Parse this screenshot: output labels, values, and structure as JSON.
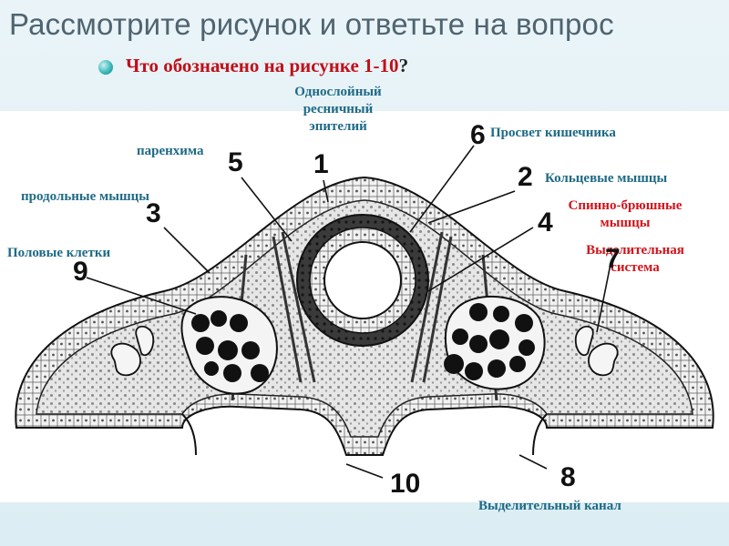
{
  "slide": {
    "title": "Рассмотрите рисунок и ответьте на вопрос",
    "question": "Что обозначено на рисунке  1-10",
    "question_mark": "?"
  },
  "labels": {
    "epithelium": "Однослойный\nресничный\nэпителий",
    "lumen": "Просвет кишечника",
    "parenchyma": "паренхима",
    "circular_muscles": "Кольцевые мышцы",
    "longitudinal_muscles": "продольные мышцы",
    "dorsoventral_muscles": "Спинно-брюшные\nмышцы",
    "sex_cells": "Половые клетки",
    "excretory_system": "Выделительная\nсистема",
    "excretory_canal": "Выделительный канал"
  },
  "numbers": [
    "1",
    "2",
    "3",
    "4",
    "5",
    "6",
    "7",
    "8",
    "9",
    "10"
  ],
  "colors": {
    "label_blue": "#1e6a86",
    "label_red": "#d2121a",
    "question_red": "#c0101a"
  }
}
